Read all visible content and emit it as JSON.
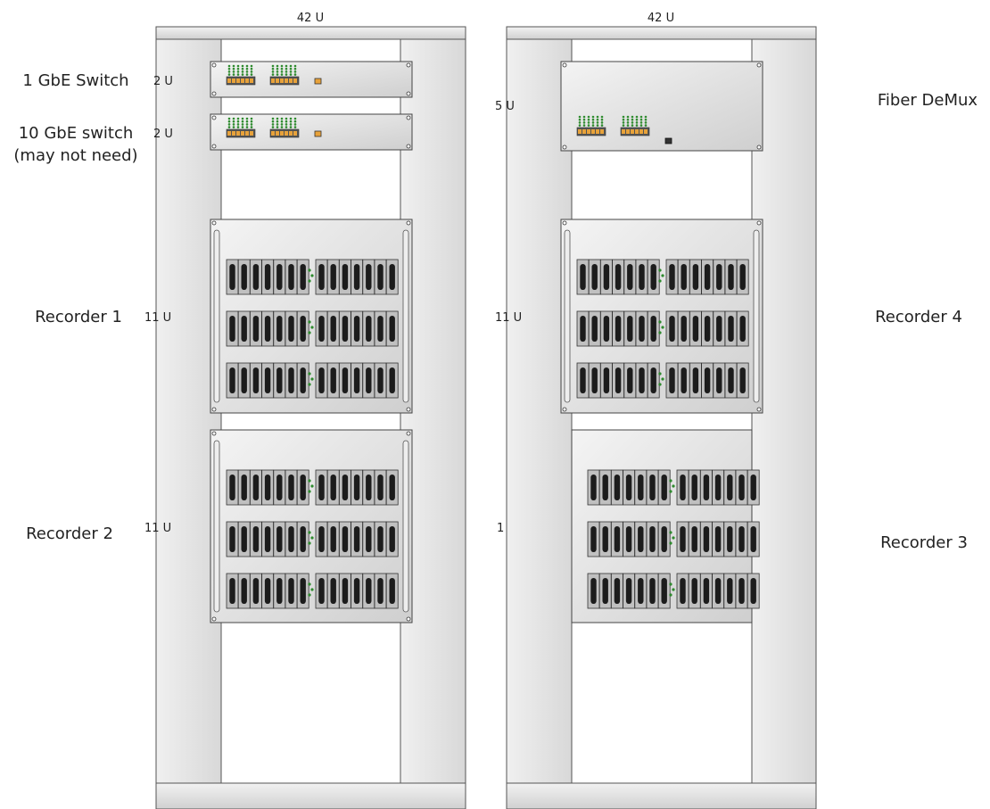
{
  "racks": [
    {
      "capacity_label": "42 U",
      "devices": [
        {
          "type": "switch",
          "name": "1 GbE Switch",
          "units": "2 U"
        },
        {
          "type": "switch",
          "name_lines": [
            "10 GbE switch",
            "(may not need)"
          ],
          "units": "2 U"
        },
        {
          "type": "recorder",
          "name": "Recorder 1",
          "units": "11 U"
        },
        {
          "type": "recorder",
          "name": "Recorder 2",
          "units": "11 U"
        }
      ]
    },
    {
      "capacity_label": "42 U",
      "devices": [
        {
          "type": "demux",
          "name": "Fiber DeMux",
          "units": "5 U"
        },
        {
          "type": "recorder",
          "name": "Recorder 4",
          "units": "11 U"
        },
        {
          "type": "recorder",
          "name": "Recorder 3",
          "units": "1"
        }
      ]
    }
  ],
  "colors": {
    "rack_frame": "#e4e4e4",
    "rack_stroke": "#555555",
    "panel_fill": "#dcdcdc",
    "drive_bay": "#c0c0c0",
    "drive_slot": "#1c1c1c",
    "port_fill": "#e8a23a",
    "led_green": "#2e8b2e",
    "text": "#222222"
  }
}
